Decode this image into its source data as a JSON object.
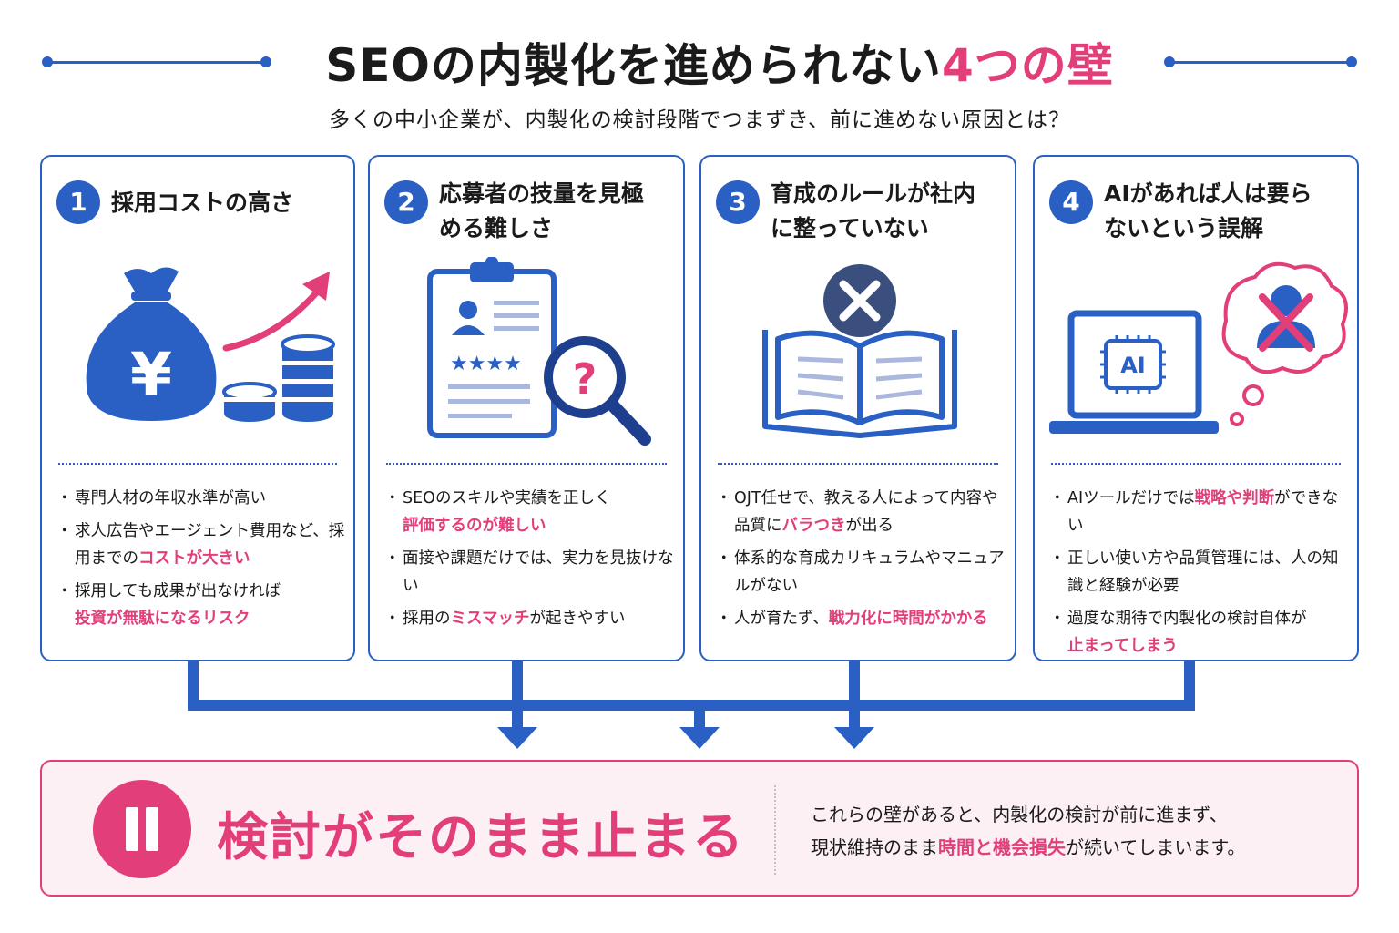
{
  "header": {
    "title_main": "SEOの内製化を進められない",
    "title_accent": "4つの壁",
    "subtitle": "多くの中小企業が、内製化の検討段階でつまずき、前に進めない原因とは？"
  },
  "cards": [
    {
      "num": "1",
      "title": "採用コストの高さ",
      "bullets": [
        {
          "pre": "専門人材の年収水準が高い",
          "hl": "",
          "post": ""
        },
        {
          "pre": "求人広告やエージェント費用など、採用までの",
          "hl": "コストが大きい",
          "post": ""
        },
        {
          "pre": "採用しても成果が出なければ",
          "hl": "投資が無駄になるリスク",
          "post": ""
        }
      ]
    },
    {
      "num": "2",
      "title": "応募者の技量を見極める難しさ",
      "bullets": [
        {
          "pre": "SEOのスキルや実績を正しく",
          "hl": "評価するのが難しい",
          "post": ""
        },
        {
          "pre": "面接や課題だけでは、実力を見抜けない",
          "hl": "",
          "post": ""
        },
        {
          "pre": "採用の",
          "hl": "ミスマッチ",
          "post": "が起きやすい"
        }
      ]
    },
    {
      "num": "3",
      "title": "育成のルールが社内に整っていない",
      "bullets": [
        {
          "pre": "OJT任せで、教える人によって内容や品質に",
          "hl": "バラつき",
          "post": "が出る"
        },
        {
          "pre": "体系的な育成カリキュラムやマニュアルがない",
          "hl": "",
          "post": ""
        },
        {
          "pre": "人が育たず、",
          "hl": "戦力化に時間がかかる",
          "post": ""
        }
      ]
    },
    {
      "num": "4",
      "title": "AIがあれば人は要らないという誤解",
      "bullets": [
        {
          "pre": "AIツールだけでは",
          "hl": "戦略や判断",
          "post": "ができない"
        },
        {
          "pre": "正しい使い方や品質管理には、人の知識と経験が必要",
          "hl": "",
          "post": ""
        },
        {
          "pre": "過度な期待で内製化の検討自体が",
          "hl": "止まってしまう",
          "post": ""
        }
      ]
    }
  ],
  "illustration_labels": {
    "yen": "¥",
    "question": "?",
    "ai": "AI"
  },
  "bottom": {
    "headline": "検討がそのまま止まる",
    "desc_line1": "これらの壁があると、内製化の検討が前に進まず、",
    "desc_pre": "現状維持のまま",
    "desc_hl": "時間と機会損失",
    "desc_post": "が続いてしまいます。"
  },
  "colors": {
    "blue": "#2a5fc4",
    "pink": "#e23e7a",
    "bottom_bg": "#fdf0f5"
  }
}
